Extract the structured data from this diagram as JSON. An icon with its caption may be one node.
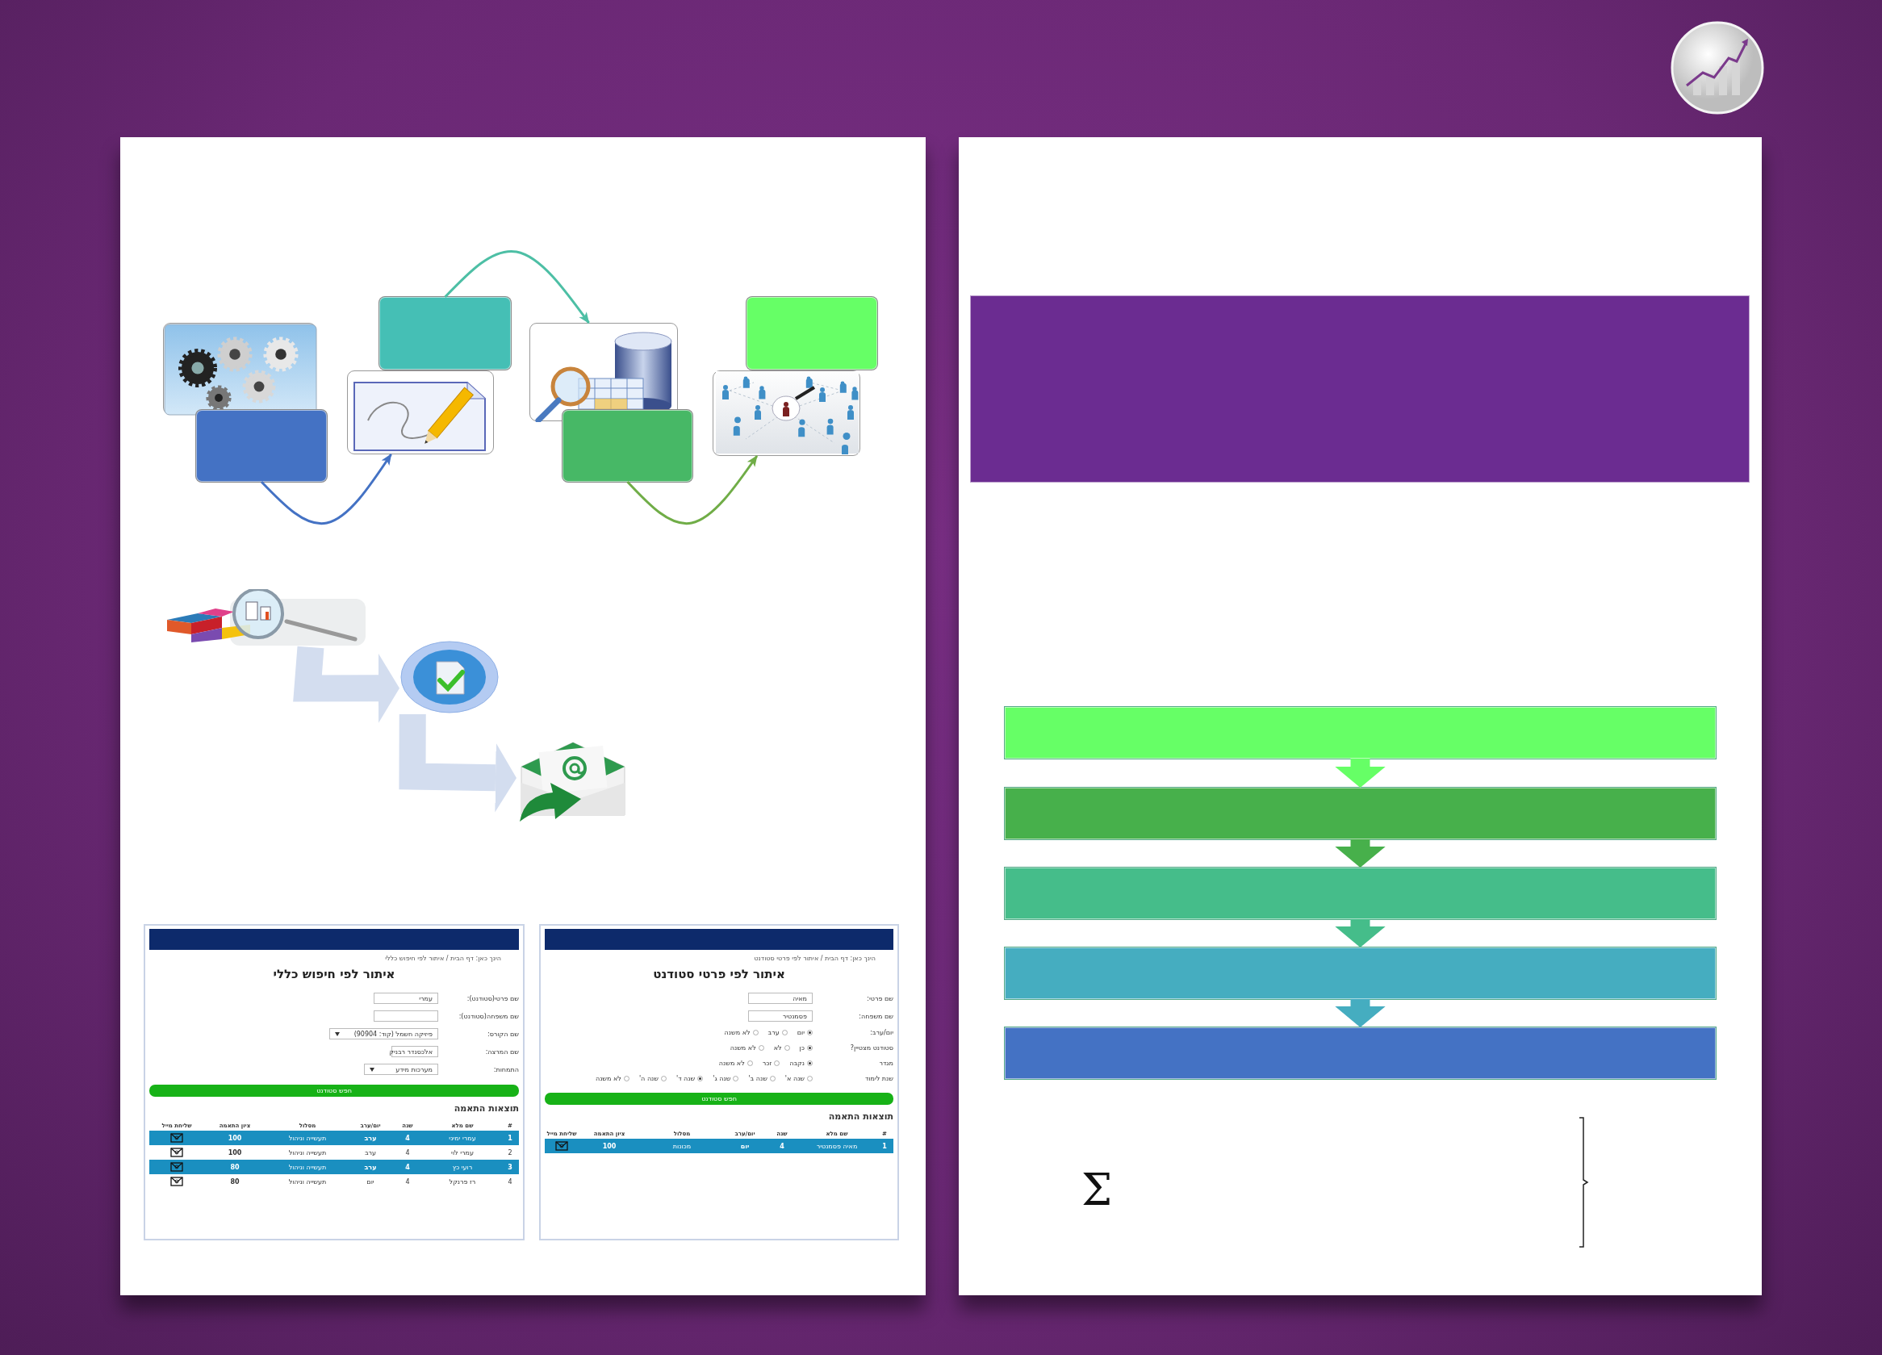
{
  "diagram": {
    "nodes": [
      {
        "text": [],
        "shape": "picture"
      },
      {
        "text": [],
        "shape": "box"
      },
      {
        "text": [],
        "shape": "picture"
      },
      {
        "text": [],
        "shape": "box"
      },
      {
        "text": [],
        "shape": "picture"
      },
      {
        "text": [],
        "shape": "box"
      },
      {
        "text": [],
        "shape": "picture"
      },
      {
        "text": [],
        "shape": "box"
      },
      {
        "text": [],
        "shape": "picture"
      },
      {
        "text": [],
        "shape": "picture"
      },
      {
        "text": [],
        "shape": "picture"
      },
      {
        "text": [],
        "shape": "box"
      },
      {
        "text": [],
        "shape": "bar"
      },
      {
        "text": [],
        "shape": "bar"
      },
      {
        "text": [],
        "shape": "bar"
      },
      {
        "text": [],
        "shape": "bar"
      },
      {
        "text": [],
        "shape": "bar"
      }
    ],
    "edges": [
      {
        "from": 1,
        "to": 2,
        "arrow": "to",
        "color": "#4472c4"
      },
      {
        "from": 3,
        "to": 4,
        "arrow": "to",
        "color": "#4dbfa5"
      },
      {
        "from": 5,
        "to": 6,
        "arrow": "to",
        "color": "#70ad47"
      },
      {
        "from": 8,
        "to": 9,
        "arrow": "to",
        "color": "#d3ddef"
      },
      {
        "from": 9,
        "to": 10,
        "arrow": "to",
        "color": "#d3ddef"
      },
      {
        "from": 12,
        "to": 13,
        "arrow": "to",
        "color": "#66ff66"
      },
      {
        "from": 13,
        "to": 14,
        "arrow": "to",
        "color": "#47b04b"
      },
      {
        "from": 14,
        "to": 15,
        "arrow": "to",
        "color": "#45bd8a"
      },
      {
        "from": 15,
        "to": 16,
        "arrow": "to",
        "color": "#45adc0"
      }
    ],
    "labels": [
      "הינך כאן: דף הבית / איתור לפי חיפוש כללי",
      "איתור לפי חיפוש כללי",
      "שם פרטי(סטודנט):",
      "עמרי",
      "שם משפחה(סטודנט):",
      "שם הקורס:",
      "פיזיקה חשמל (קוד: 90904)",
      "שם המרצה:",
      "אלכסנדר רבניק",
      "התמחות:",
      "מערכות מידע",
      "חפש סטודנט",
      "תוצאות התאמה",
      "#",
      "שם מלא",
      "שנה",
      "יום/ערב",
      "מסלול",
      "ציון התאמה",
      "שליחת מייל",
      "1",
      "עמרי ימיני",
      "4",
      "ערב",
      "תעשייה וניהול",
      "100",
      "2",
      "עמרי לוי",
      "4",
      "ערב",
      "תעשייה וניהול",
      "100",
      "3",
      "רועי כץ",
      "4",
      "ערב",
      "תעשייה וניהול",
      "80",
      "4",
      "רז פרנקל",
      "4",
      "יום",
      "תעשייה וניהול",
      "80",
      "הינך כאן: דף הבית / איתור לפי פרטי סטודנט",
      "איתור לפי פרטי סטודנט",
      "שם פרטי:",
      "מאיה",
      "שם משפחה:",
      "פסמנטיר",
      "יום/ערב:",
      "יום",
      "ערב",
      "לא משנה",
      "סטודנט מצטיין?",
      "כן",
      "לא",
      "לא משנה",
      "מגדר",
      "נקבה",
      "זכר",
      "לא משנה",
      "שנת לימוד",
      "שנה א'",
      "שנה ב'",
      "שנה ג'",
      "שנה ד'",
      "שנה ה'",
      "לא משנה",
      "חפש סטודנט",
      "תוצאות התאמה",
      "#",
      "שם מלא",
      "שנה",
      "יום/ערב",
      "מסלול",
      "ציון התאמה",
      "שליחת מייל",
      "1",
      "מאיה פסמנטיר",
      "4",
      "יום",
      "מכונות",
      "100",
      "Σ"
    ]
  }
}
